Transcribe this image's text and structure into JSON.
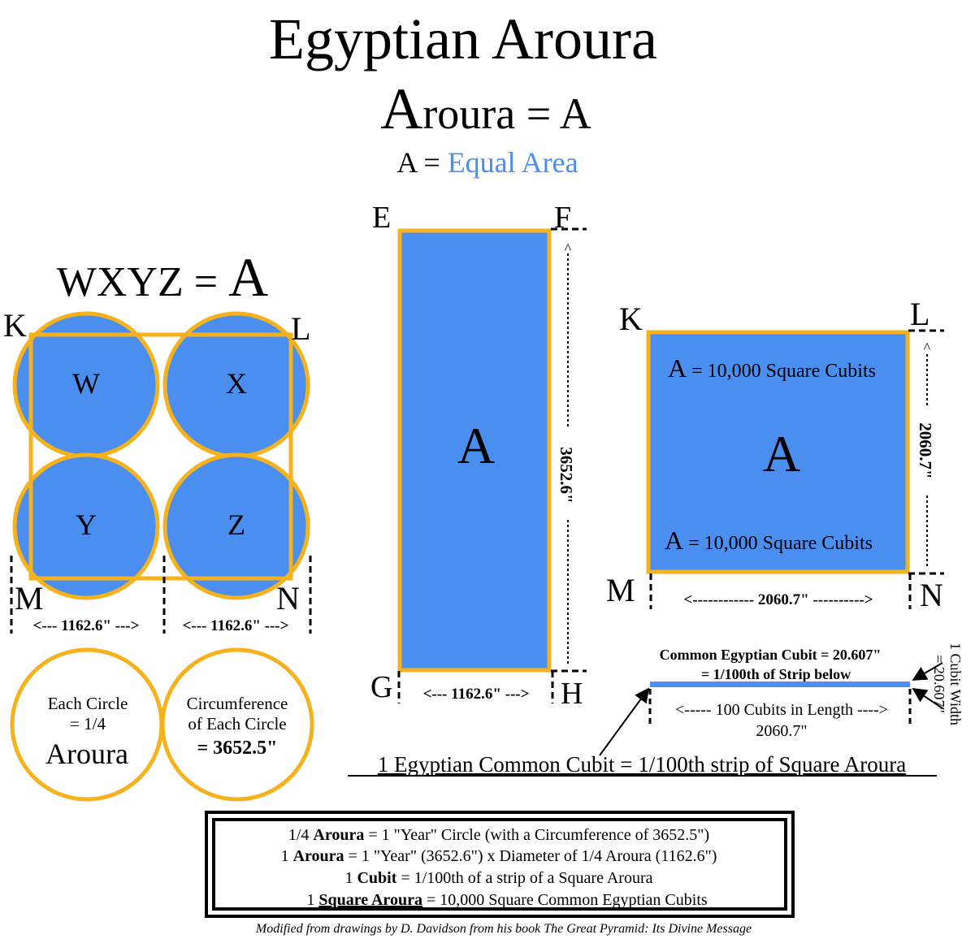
{
  "header": {
    "title": "Egyptian Aroura",
    "subtitle_initial": "A",
    "subtitle_rest": "roura = A",
    "def_prefix": "A = ",
    "def_value": "Equal Area"
  },
  "colors": {
    "fill_blue": "#4a8ef0",
    "outline_gold": "#f6b21c",
    "accent_text_blue": "#4a8ef0",
    "ink": "#000000"
  },
  "circles_panel": {
    "heading_prefix": "WXYZ = ",
    "heading_big": "A",
    "corner_k": "K",
    "corner_l": "L",
    "corner_m": "M",
    "corner_n": "N",
    "circle_w": "W",
    "circle_x": "X",
    "circle_y": "Y",
    "circle_z": "Z",
    "dim_left": "<--- 1162.6\" --->",
    "dim_right": "<--- 1162.6\" --->"
  },
  "info_circles": {
    "left_line1": "Each Circle",
    "left_line2": "= 1/4",
    "left_big": "Aroura",
    "right_line1": "Circumference",
    "right_line2": "of Each Circle",
    "right_value": "= 3652.5\""
  },
  "rectangle_panel": {
    "corner_e": "E",
    "corner_f": "F",
    "corner_g": "G",
    "corner_h": "H",
    "center": "A",
    "arrow_top": "^",
    "height": "3652.6\"",
    "width": "<--- 1162.6\" --->"
  },
  "square_panel": {
    "corner_k": "K",
    "corner_l": "L",
    "corner_m": "M",
    "corner_n": "N",
    "center": "A",
    "top_prefix": "A",
    "top_text": " = 10,000 Square Cubits",
    "bottom_prefix": "A",
    "bottom_text": " = 10,000 Square Cubits",
    "arrow_top": "^",
    "height": "2060.7\"",
    "width": "<------------ 2060.7\" ---------->"
  },
  "strip_panel": {
    "line1": "Common Egyptian Cubit = 20.607\"",
    "line2": "= 1/100th of Strip below",
    "length_label": "<----- 100 Cubits in Length ---->",
    "length_value": "2060.7\"",
    "side_line1": "1 Cubit Width",
    "side_line2": "= 20.607\"",
    "caption": "1 Egyptian Common Cubit = 1/100th strip of Square Aroura"
  },
  "summary_box": {
    "row1_pre": "1/4 ",
    "row1_bold": "Aroura",
    "row1_post": " = 1 \"Year\" Circle (with a Circumference of 3652.5\")",
    "row2_pre": "1 ",
    "row2_bold": "Aroura",
    "row2_post": " = 1 \"Year\" (3652.6\") x Diameter of 1/4 Aroura (1162.6\")",
    "row3_pre": "1 ",
    "row3_bold": "Cubit",
    "row3_post": " = 1/100th of a strip of a Square Aroura",
    "row4_pre": "1 ",
    "row4_bold": "Square Aroura",
    "row4_post": " = 10,000 Square Common Egyptian Cubits"
  },
  "credit": "Modified from drawings by D. Davidson from his book The Great Pyramid: Its Divine Message"
}
